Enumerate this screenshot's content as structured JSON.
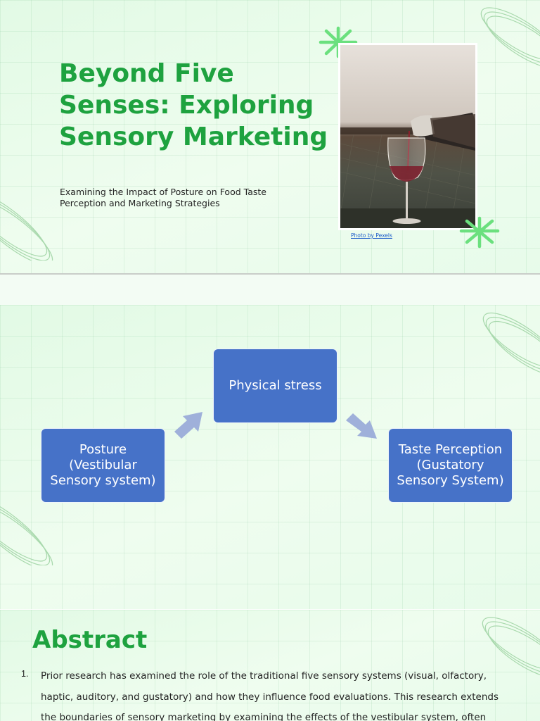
{
  "slide1": {
    "title": "Beyond Five Senses: Exploring Sensory Marketing",
    "subtitle": "Examining the Impact of Posture on Food Taste Perception and Marketing Strategies",
    "photo_credit": "Photo by Pexels",
    "accent_color": "#1ea23f"
  },
  "slide2": {
    "boxes": {
      "stress": "Physical stress",
      "posture": "Posture\n(Vestibular\nSensory system)",
      "taste": "Taste Perception\n(Gustatory\nSensory System)"
    },
    "box_color": "#4672c8",
    "arrow_color": "#9fb0da"
  },
  "slide3": {
    "heading": "Abstract",
    "item_number": "1.",
    "paragraph": "Prior research has examined the role of the traditional five sensory systems (visual, olfactory, haptic, auditory, and gustatory) and how they influence food evaluations. This research extends the boundaries of sensory marketing by examining the effects of the vestibular system, often referred to as the “sixth sensory system.”"
  }
}
